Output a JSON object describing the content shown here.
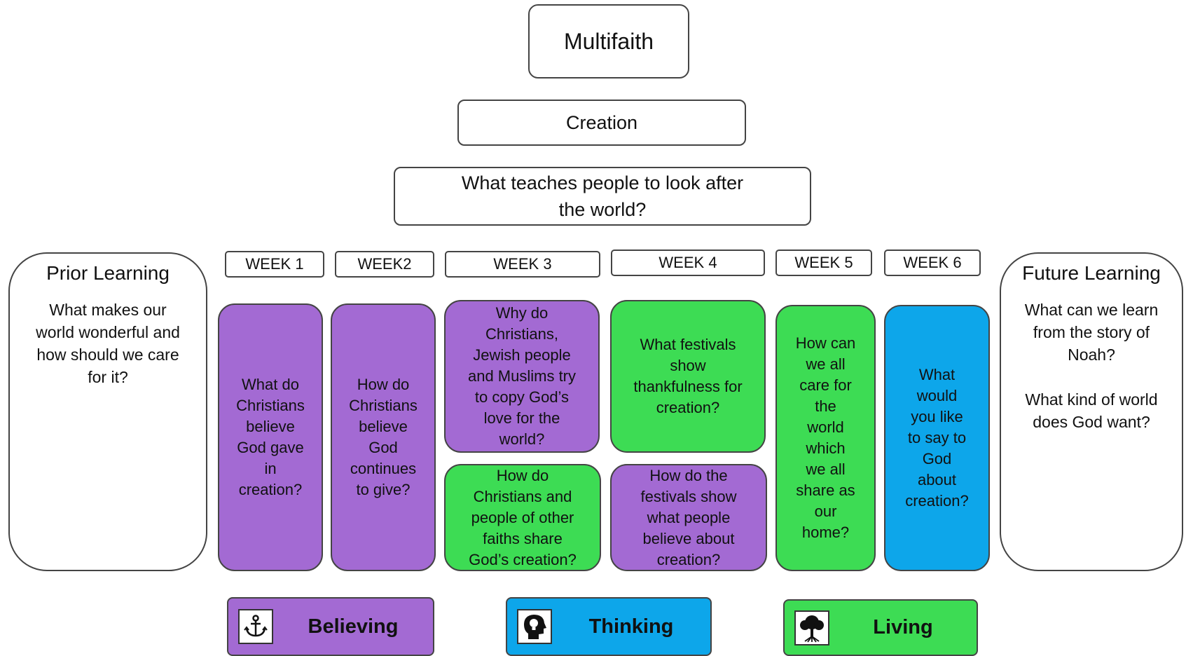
{
  "header": {
    "title": "Multifaith",
    "topic": "Creation",
    "big_question": "What teaches people to look after\nthe world?"
  },
  "prior_learning": {
    "title": "Prior Learning",
    "text": "What makes our\nworld wonderful and\nhow should we care\nfor it?"
  },
  "future_learning": {
    "title": "Future  Learning",
    "text": "What can we learn\nfrom the story of\nNoah?\n\nWhat kind of world\ndoes God want?"
  },
  "weeks": [
    "WEEK 1",
    "WEEK2",
    "WEEK 3",
    "WEEK 4",
    "WEEK 5",
    "WEEK 6"
  ],
  "cards": {
    "week1": "What do\nChristians\nbelieve\nGod gave\nin\ncreation?",
    "week2": "How do\nChristians\nbelieve\nGod\ncontinues\nto give?",
    "week3_top": "Why do\nChristians,\nJewish people\nand Muslims try\nto copy God’s\nlove for the\nworld?",
    "week3_bottom": "How do\nChristians and\npeople of other\nfaiths share\nGod’s creation?",
    "week4_top": "What festivals\nshow\nthankfulness for\ncreation?",
    "week4_bottom": "How do the\nfestivals show\nwhat people\nbelieve about\ncreation?",
    "week5": "How can\nwe all\ncare for\nthe\nworld\nwhich\nwe all\nshare as\nour\nhome?",
    "week6": "What\nwould\nyou like\nto say to\nGod\nabout\ncreation?"
  },
  "key": {
    "believing": {
      "label": "Believing",
      "icon": "anchor-icon",
      "color": "#a36ad3"
    },
    "thinking": {
      "label": "Thinking",
      "icon": "head-lightbulb-icon",
      "color": "#0da6ea"
    },
    "living": {
      "label": "Living",
      "icon": "tree-icon",
      "color": "#3ddc54"
    }
  },
  "colors": {
    "believing": "#a36ad3",
    "thinking": "#0da6ea",
    "living": "#3ddc54"
  }
}
